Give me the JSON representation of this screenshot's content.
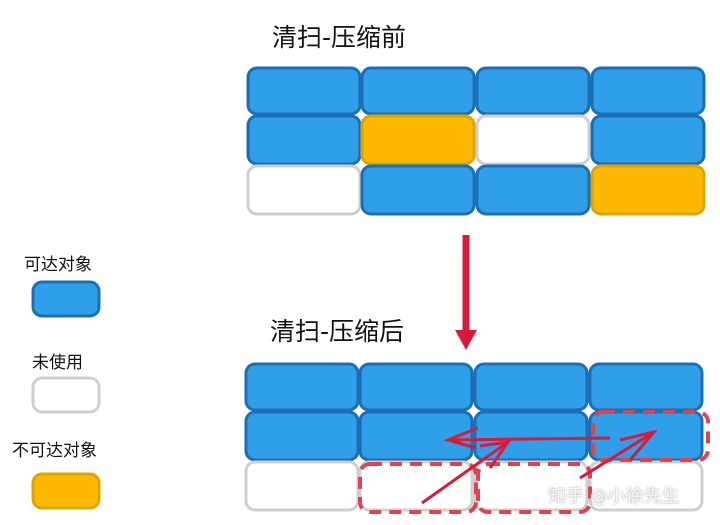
{
  "colors": {
    "reachable": "#2f9fea",
    "unused": "#ffffff",
    "unreachable": "#fdb900",
    "arrow": "#d81b3a",
    "dashed": "#e0434f"
  },
  "titles": {
    "before": "清扫-压缩前",
    "after": "清扫-压缩后"
  },
  "legend": [
    {
      "label": "可达对象",
      "type": "reachable"
    },
    {
      "label": "未使用",
      "type": "unused"
    },
    {
      "label": "不可达对象",
      "type": "unreachable"
    }
  ],
  "before_grid": [
    [
      "reachable",
      "reachable",
      "reachable",
      "reachable"
    ],
    [
      "reachable",
      "unreachable",
      "unused",
      "reachable"
    ],
    [
      "unused",
      "reachable",
      "reachable",
      "unreachable"
    ]
  ],
  "after_grid": [
    [
      "reachable",
      "reachable",
      "reachable",
      "reachable"
    ],
    [
      "reachable",
      "reachable",
      "reachable",
      "reachable"
    ],
    [
      "unused",
      "unused",
      "unused",
      "unused"
    ]
  ],
  "watermark": "知乎 @小徐先生"
}
